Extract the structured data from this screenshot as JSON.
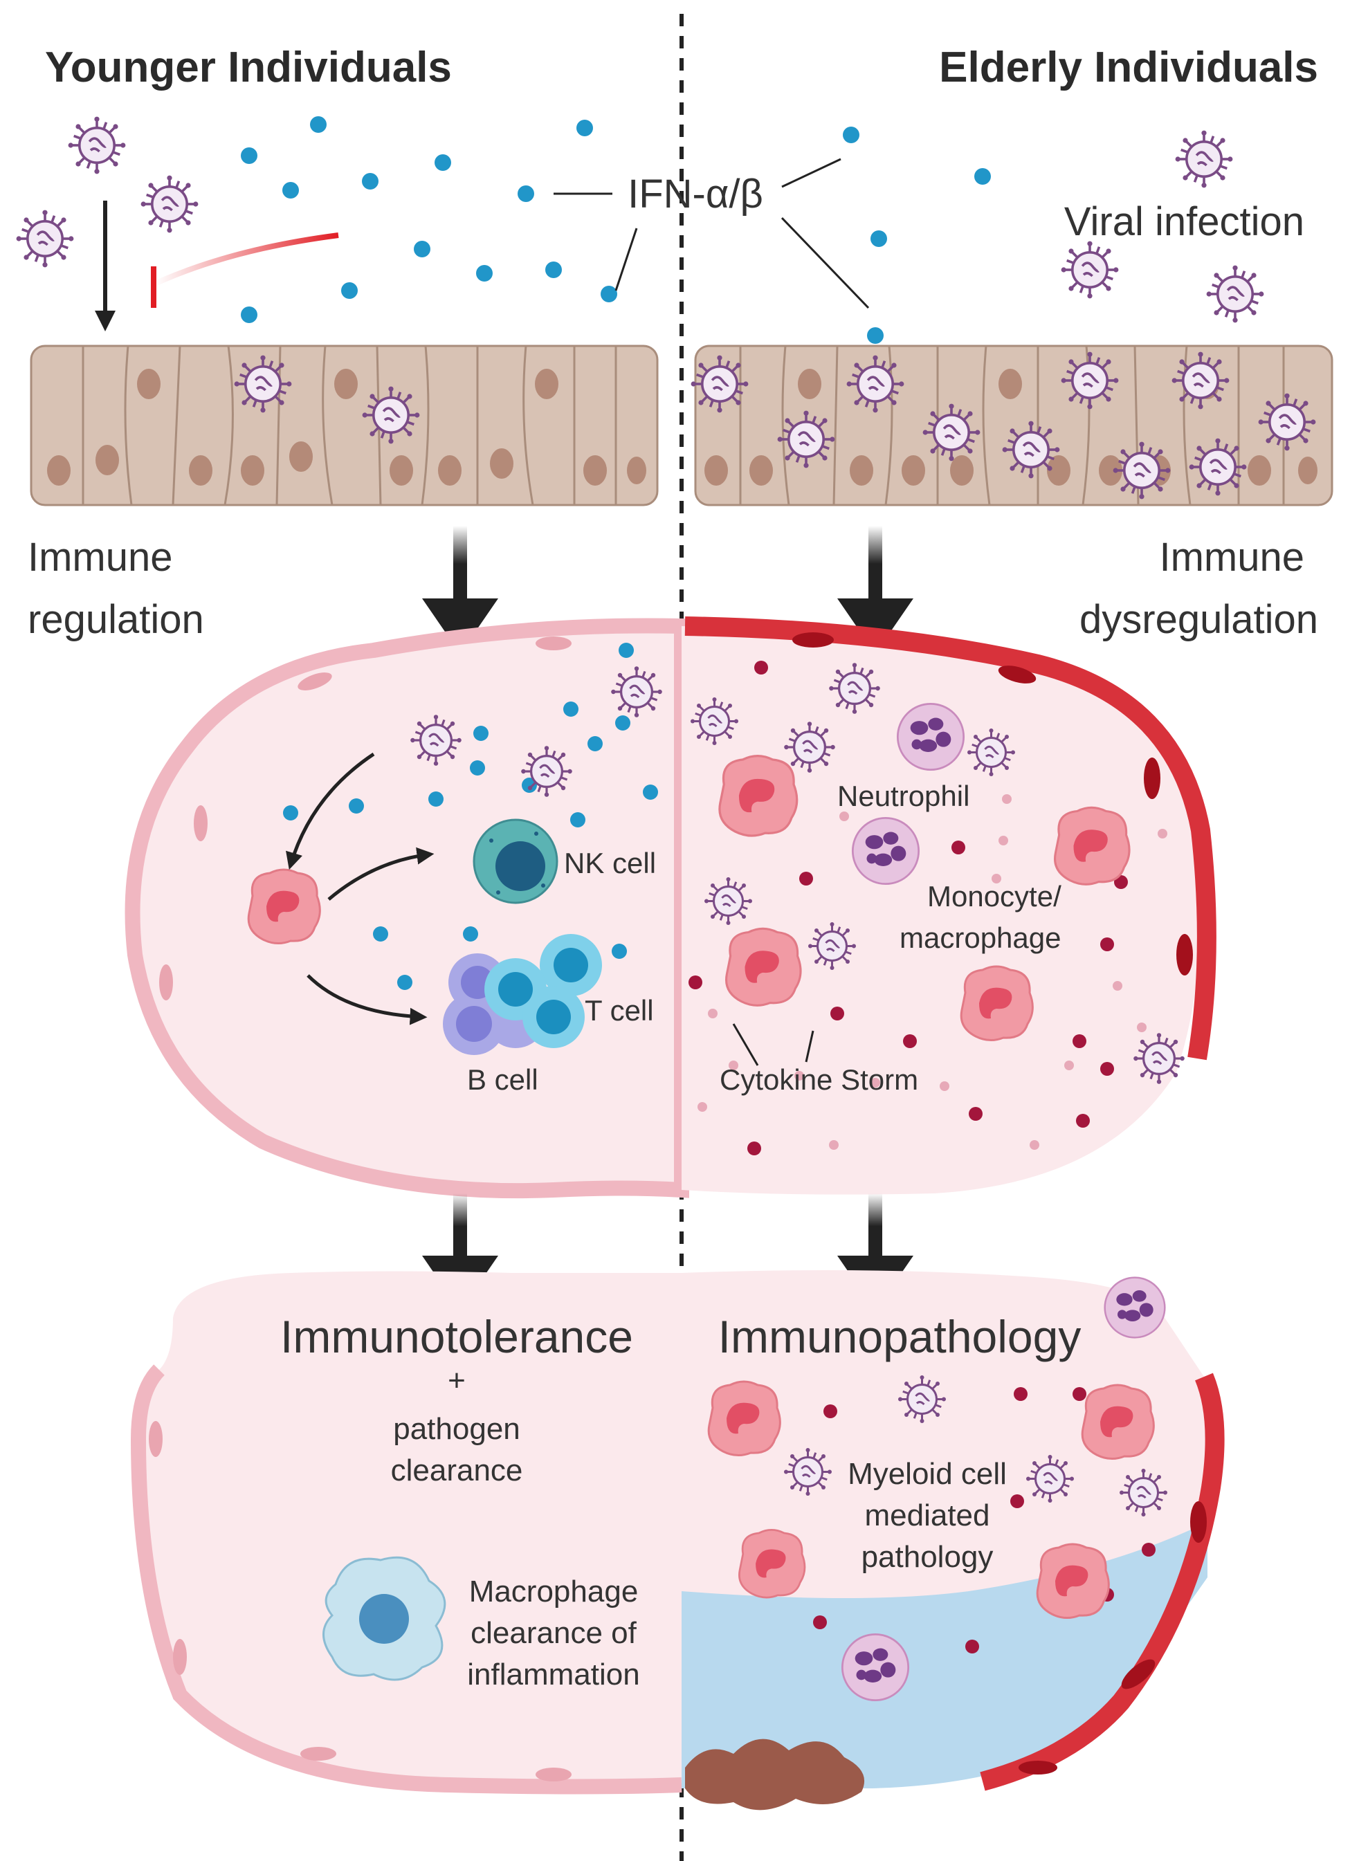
{
  "titles": {
    "left": "Younger Individuals",
    "right": "Elderly Individuals"
  },
  "labels": {
    "ifn": "IFN-α/β",
    "viral_infection": "Viral infection",
    "immune_regulation": [
      "Immune",
      "regulation"
    ],
    "immune_dysregulation": [
      "Immune",
      "dysregulation"
    ],
    "nk_cell": "NK cell",
    "t_cell": "T cell",
    "b_cell": "B cell",
    "neutrophil": "Neutrophil",
    "monocyte": [
      "Monocyte/",
      "macrophage"
    ],
    "cytokine_storm": "Cytokine Storm",
    "immunotolerance": "Immunotolerance",
    "plus": "+",
    "pathogen_clearance": [
      "pathogen",
      "clearance"
    ],
    "macrophage_clearance": [
      "Macrophage",
      "clearance of",
      "inflammation"
    ],
    "immunopathology": "Immunopathology",
    "myeloid": [
      "Myeloid cell",
      "mediated",
      "pathology"
    ]
  },
  "colors": {
    "ifn_dot": "#2196c9",
    "virus": "#7a4b86",
    "epithelium": "#d8c2b4",
    "nucleus": "#b48a78",
    "tissue": "#fbe9ec",
    "vessel_healthy": "#f2b8c0",
    "vessel_inflamed": "#d8323b",
    "inhibition": "#e11d24",
    "edema": "#b8d9ee",
    "cytokine": "#a3163c"
  }
}
